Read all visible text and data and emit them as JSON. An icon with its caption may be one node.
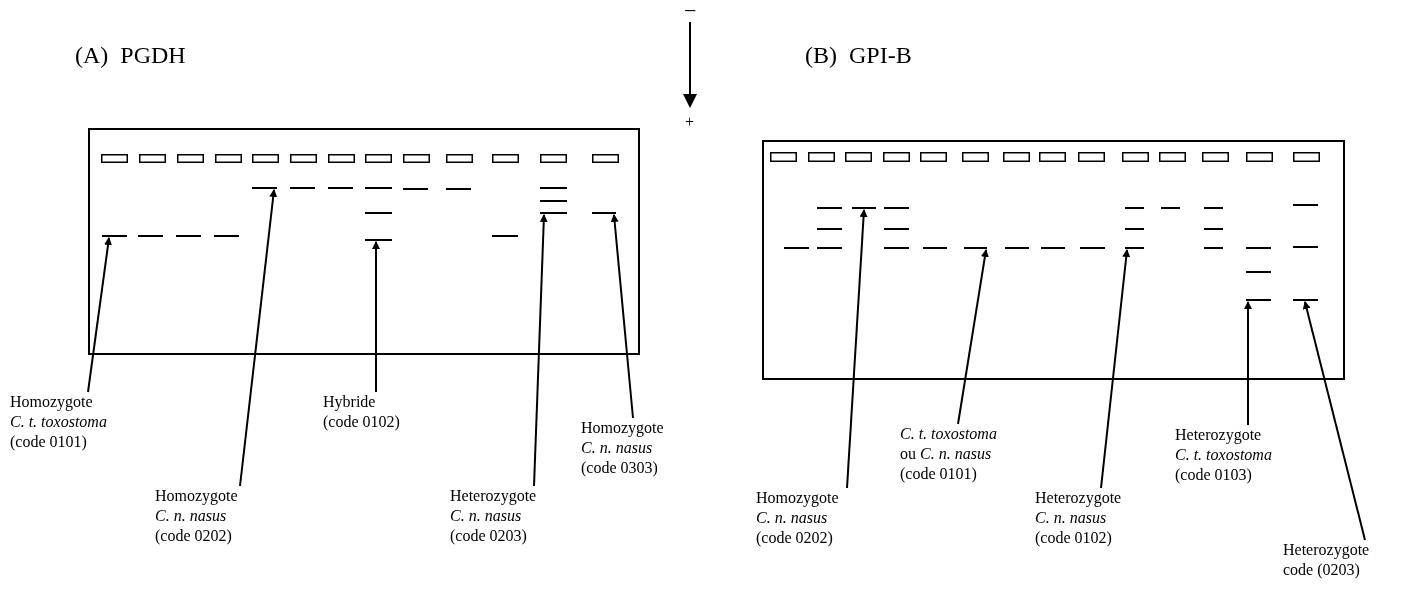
{
  "diagram": {
    "nodes": [
      {
        "text": [],
        "shape": "box"
      },
      {
        "text": [],
        "shape": "bar",
        "in": 0
      },
      {
        "text": [],
        "shape": "bar",
        "in": 0
      },
      {
        "text": [],
        "shape": "bar",
        "in": 0
      },
      {
        "text": [],
        "shape": "bar",
        "in": 0
      },
      {
        "text": [],
        "shape": "bar",
        "in": 0
      },
      {
        "text": [],
        "shape": "box"
      },
      {
        "text": [],
        "shape": "bar",
        "in": 6
      },
      {
        "text": [],
        "shape": "bar",
        "in": 6
      },
      {
        "text": [],
        "shape": "bar",
        "in": 6
      },
      {
        "text": [],
        "shape": "bar",
        "in": 6
      },
      {
        "text": [],
        "shape": "bar",
        "in": 6
      },
      {
        "text": [
          "Homozygote",
          "C. t. toxostoma",
          "(code 0101)"
        ]
      },
      {
        "text": [
          "Homozygote",
          "C. n. nasus",
          "(code 0202)"
        ]
      },
      {
        "text": [
          "Hybride",
          "(code 0102)"
        ]
      },
      {
        "text": [
          "Heterozygote",
          "C. n. nasus",
          "(code 0203)"
        ]
      },
      {
        "text": [
          "Homozygote",
          "C. n. nasus",
          "(code 0303)"
        ]
      },
      {
        "text": [
          "Homozygote",
          "C. n. nasus",
          "(code 0202)"
        ]
      },
      {
        "text": [
          "C. t. toxostoma",
          "ou *C. n. nasus*",
          "(code 0101)"
        ]
      },
      {
        "text": [
          "Heterozygote",
          "C. n. nasus",
          "(code 0102)"
        ]
      },
      {
        "text": [
          "Heterozygote",
          "C. t. toxostoma",
          "(code 0103)"
        ]
      },
      {
        "text": [
          "Heterozygote",
          "code (0203)"
        ]
      }
    ],
    "edges": [
      {
        "from": 12,
        "to": 1,
        "arrow": "to"
      },
      {
        "from": 13,
        "to": 2,
        "arrow": "to"
      },
      {
        "from": 14,
        "to": 3,
        "arrow": "to"
      },
      {
        "from": 15,
        "to": 4,
        "arrow": "to"
      },
      {
        "from": 16,
        "to": 5,
        "arrow": "to"
      },
      {
        "from": 17,
        "to": 7,
        "arrow": "to"
      },
      {
        "from": 18,
        "to": 8,
        "arrow": "to"
      },
      {
        "from": 19,
        "to": 9,
        "arrow": "to"
      },
      {
        "from": 20,
        "to": 10,
        "arrow": "to"
      },
      {
        "from": 21,
        "to": 11,
        "arrow": "to"
      }
    ],
    "labels": [
      "−",
      "(A) PGDH",
      "(B) GPI-B",
      "+"
    ]
  }
}
